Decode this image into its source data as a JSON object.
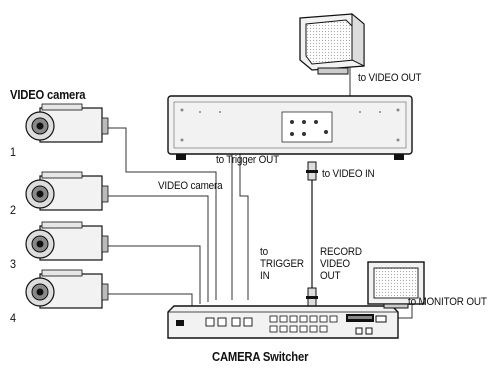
{
  "labels": {
    "video_camera_heading": "VIDEO camera",
    "camera_numbers": [
      "1",
      "2",
      "3",
      "4"
    ],
    "to_video_out": "to VIDEO OUT",
    "to_trigger_out": "to Trigger OUT",
    "to_video_in": "to VIDEO IN",
    "video_camera_line": "VIDEO camera",
    "to_trigger_in": "to\nTRIGGER\nIN",
    "record_video_out": "RECORD\nVIDEO\nOUT",
    "to_monitor_out": "to MONITOR  OUT",
    "camera_switcher": "CAMERA Switcher"
  },
  "colors": {
    "ink": "#111111",
    "line": "#333333",
    "device_fill": "#f2f2f2",
    "shade": "#bbbbbb",
    "screen": "#d8d8d8"
  }
}
